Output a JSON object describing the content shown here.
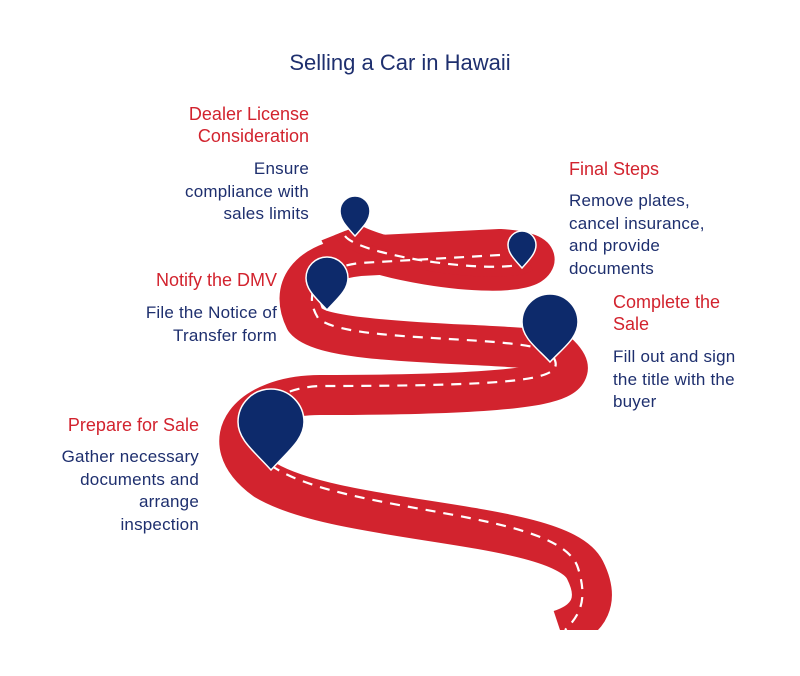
{
  "title": "Selling a Car in Hawaii",
  "colors": {
    "road": "#d2232e",
    "pin": "#0d2a6b",
    "heading": "#d2232e",
    "text": "#1e2f6e"
  },
  "steps": [
    {
      "id": "prepare",
      "heading": "Prepare for Sale",
      "lines": [
        "Gather necessary",
        "documents and",
        "arrange",
        "inspection"
      ]
    },
    {
      "id": "notify",
      "heading": "Notify the DMV",
      "lines": [
        "File the Notice of",
        "Transfer form"
      ]
    },
    {
      "id": "dealer",
      "heading_lines": [
        "Dealer License",
        "Consideration"
      ],
      "lines": [
        "Ensure",
        "compliance with",
        "sales limits"
      ]
    },
    {
      "id": "final",
      "heading": "Final Steps",
      "lines": [
        "Remove plates,",
        "cancel insurance,",
        "and provide",
        "documents"
      ]
    },
    {
      "id": "complete",
      "heading_lines": [
        "Complete the",
        "Sale"
      ],
      "lines": [
        "Fill out and sign",
        "the title with the",
        "buyer"
      ]
    }
  ]
}
